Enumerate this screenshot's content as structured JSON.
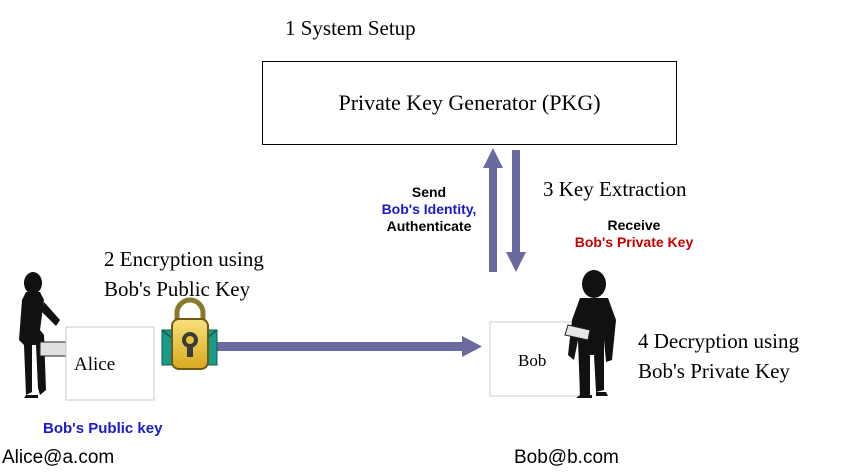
{
  "step1": {
    "title": "1 System Setup"
  },
  "pkg": {
    "label": "Private Key Generator (PKG)"
  },
  "send": {
    "line1": "Send",
    "line2": "Bob's Identity,",
    "line3": "Authenticate"
  },
  "step3": {
    "title": "3 Key Extraction"
  },
  "receive": {
    "line1": "Receive",
    "line2": "Bob's Private Key"
  },
  "step2": {
    "line1": "2 Encryption using",
    "line2": "Bob's Public Key"
  },
  "alice": {
    "box_label": "Alice",
    "key_caption": "Bob's Public key",
    "email": "Alice@a.com"
  },
  "bob": {
    "box_label": "Bob",
    "email": "Bob@b.com"
  },
  "step4": {
    "line1": "4 Decryption using",
    "line2": "Bob's Private Key"
  },
  "colors": {
    "arrow": "#6a6a9e",
    "identity_text": "#1a1acc",
    "private_key_text": "#c40000",
    "envelope": "#1a9b8a",
    "lock": "#e8c23a"
  }
}
